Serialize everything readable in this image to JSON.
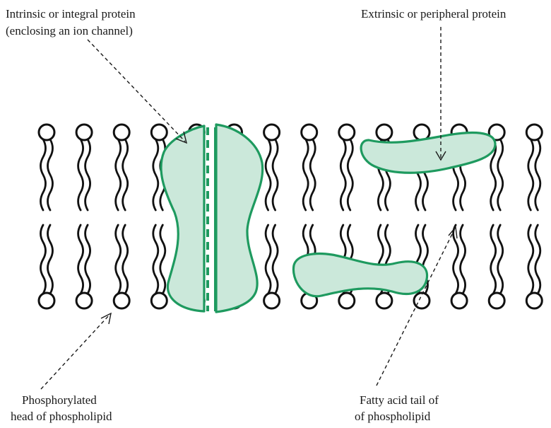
{
  "labels": {
    "integral_line1": "Intrinsic or integral protein",
    "integral_line2": "(enclosing an ion channel)",
    "extrinsic": "Extrinsic or peripheral protein",
    "head_line1": "Phosphorylated",
    "head_line2": "head of phospholipid",
    "tail_line1": "Fatty acid tail of",
    "tail_line2": "of phospholipid"
  },
  "colors": {
    "protein_fill": "#cbe8da",
    "protein_stroke": "#1e9a5f",
    "lipid": "#111111"
  }
}
